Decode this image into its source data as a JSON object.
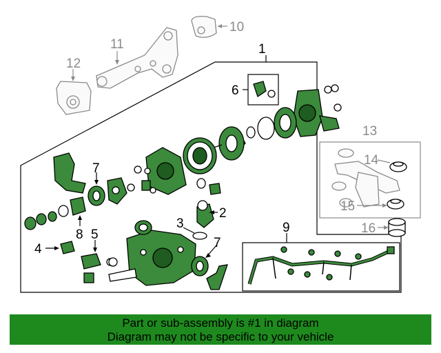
{
  "callouts": {
    "c1": "1",
    "c2": "2",
    "c3": "3",
    "c4": "4",
    "c5": "5",
    "c6": "6",
    "c7a": "7",
    "c7b": "7",
    "c8": "8",
    "c9": "9",
    "c10": "10",
    "c11": "11",
    "c12": "12",
    "c13": "13",
    "c14": "14",
    "c15": "15",
    "c16": "16"
  },
  "banner": {
    "line1": "Part or sub-assembly is #1 in diagram",
    "line2": "Diagram may not be specific to your vehicle"
  },
  "colors": {
    "banner": "#1e8a1e",
    "part_highlight": "#3c8a3c",
    "context_grey": "#8a8a8a"
  }
}
